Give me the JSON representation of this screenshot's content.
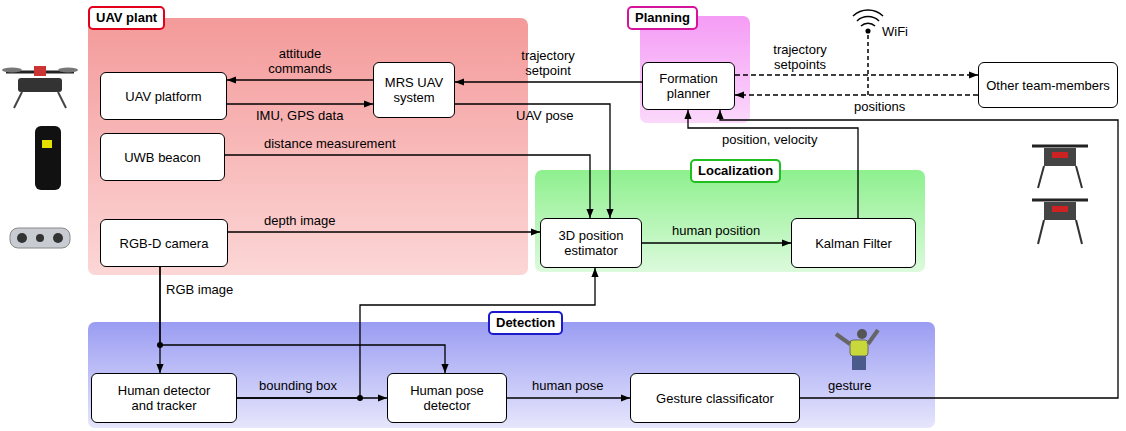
{
  "diagram": {
    "nodes": [
      {
        "text": [
          "UAV plant"
        ]
      },
      {
        "text": [
          "UAV platform"
        ],
        "in": 0
      },
      {
        "text": [
          "MRS UAV system"
        ],
        "in": 0
      },
      {
        "text": [
          "UWB beacon"
        ],
        "in": 0
      },
      {
        "text": [
          "RGB-D camera"
        ],
        "in": 0
      },
      {
        "text": [
          "Planning"
        ]
      },
      {
        "text": [
          "Formation planner"
        ],
        "in": 5
      },
      {
        "text": [
          "Other team-members"
        ]
      },
      {
        "text": [
          "Localization"
        ]
      },
      {
        "text": [
          "3D position estimator"
        ],
        "in": 8
      },
      {
        "text": [
          "Kalman Filter"
        ],
        "in": 8
      },
      {
        "text": [
          "Detection"
        ]
      },
      {
        "text": [
          "Human detector and tracker"
        ],
        "in": 11
      },
      {
        "text": [
          "Human pose detector"
        ],
        "in": 11
      },
      {
        "text": [
          "Gesture classificator"
        ],
        "in": 11
      }
    ],
    "edges": [
      {
        "from": 2,
        "to": 1,
        "label": "attitude commands",
        "arrow": "to"
      },
      {
        "from": 1,
        "to": 2,
        "label": "IMU, GPS data",
        "arrow": "to"
      },
      {
        "from": 6,
        "to": 2,
        "label": "trajectory setpoint",
        "arrow": "to"
      },
      {
        "from": 2,
        "to": 9,
        "label": "UAV pose",
        "arrow": "to"
      },
      {
        "from": 3,
        "to": 9,
        "label": "distance measurement",
        "arrow": "to"
      },
      {
        "from": 4,
        "to": 9,
        "label": "depth image",
        "arrow": "to"
      },
      {
        "from": 4,
        "to": 12,
        "label": "RGB image",
        "arrow": "to"
      },
      {
        "from": 4,
        "to": 13,
        "arrow": "to"
      },
      {
        "from": 12,
        "to": 13,
        "label": "bounding box",
        "arrow": "to"
      },
      {
        "from": 12,
        "to": 9,
        "arrow": "to"
      },
      {
        "from": 13,
        "to": 14,
        "label": "human pose",
        "arrow": "to"
      },
      {
        "from": 14,
        "to": 6,
        "label": "gesture",
        "arrow": "to"
      },
      {
        "from": 9,
        "to": 10,
        "label": "human position",
        "arrow": "to"
      },
      {
        "from": 10,
        "to": 6,
        "label": "position, velocity",
        "arrow": "to"
      },
      {
        "from": 6,
        "to": 7,
        "label": "trajectory setpoints",
        "arrow": "to"
      },
      {
        "from": 7,
        "to": 6,
        "label": "positions",
        "arrow": "to"
      }
    ],
    "labels": [
      "WiFi"
    ]
  }
}
